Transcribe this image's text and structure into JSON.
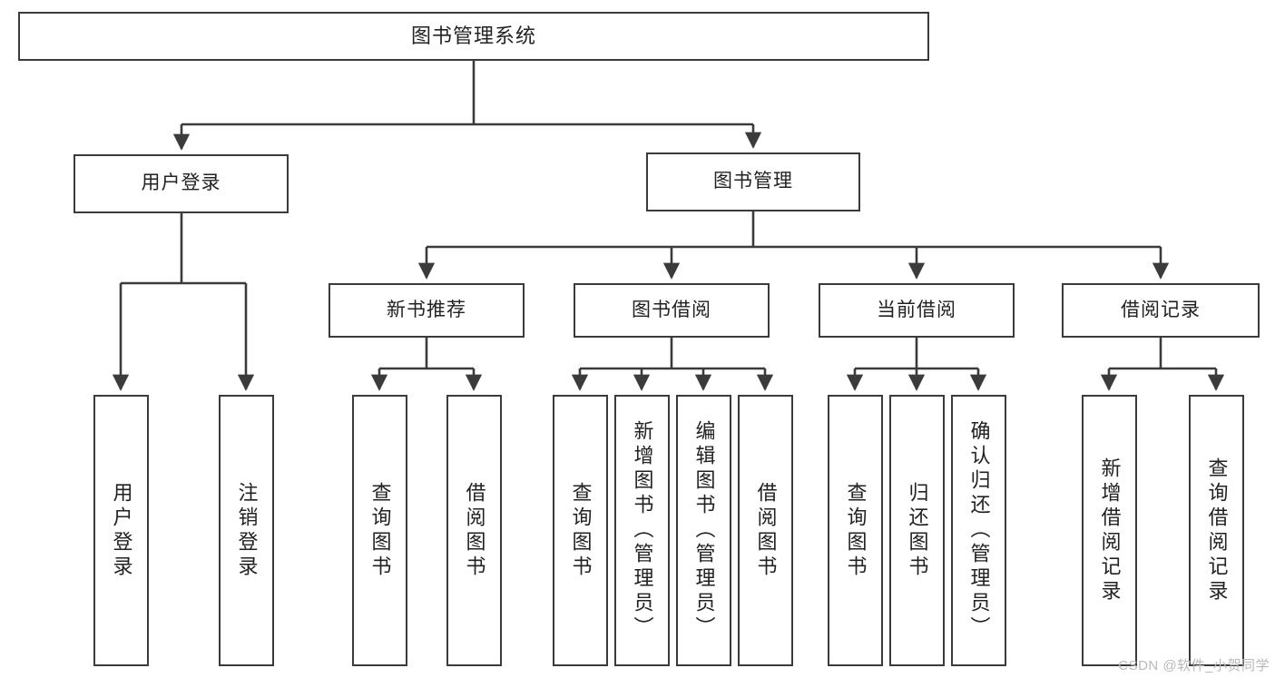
{
  "diagram": {
    "type": "tree",
    "title": "图书管理系统",
    "root": {
      "id": "root",
      "label": "图书管理系统"
    },
    "level1": [
      {
        "id": "user-login",
        "label": "用户登录"
      },
      {
        "id": "book-manage",
        "label": "图书管理"
      }
    ],
    "level2": [
      {
        "id": "new-book-rec",
        "label": "新书推荐",
        "parent": "book-manage"
      },
      {
        "id": "book-borrow",
        "label": "图书借阅",
        "parent": "book-manage"
      },
      {
        "id": "current-borrow",
        "label": "当前借阅",
        "parent": "book-manage"
      },
      {
        "id": "borrow-record",
        "label": "借阅记录",
        "parent": "book-manage"
      }
    ],
    "leaves": {
      "user-login": [
        {
          "id": "leaf-user-login",
          "label": "用户登录"
        },
        {
          "id": "leaf-logout",
          "label": "注销登录"
        }
      ],
      "new-book-rec": [
        {
          "id": "leaf-query-book-1",
          "label": "查询图书"
        },
        {
          "id": "leaf-borrow-book-1",
          "label": "借阅图书"
        }
      ],
      "book-borrow": [
        {
          "id": "leaf-query-book-2",
          "label": "查询图书"
        },
        {
          "id": "leaf-add-book",
          "label": "新增图书（管理员）"
        },
        {
          "id": "leaf-edit-book",
          "label": "编辑图书（管理员）"
        },
        {
          "id": "leaf-borrow-book-2",
          "label": "借阅图书"
        }
      ],
      "current-borrow": [
        {
          "id": "leaf-query-book-3",
          "label": "查询图书"
        },
        {
          "id": "leaf-return-book",
          "label": "归还图书"
        },
        {
          "id": "leaf-confirm-return",
          "label": "确认归还（管理员）"
        }
      ],
      "borrow-record": [
        {
          "id": "leaf-add-record",
          "label": "新增借阅记录"
        },
        {
          "id": "leaf-query-record",
          "label": "查询借阅记录"
        }
      ]
    }
  },
  "watermark": {
    "text": "CSDN @软件_小贺同学"
  },
  "colors": {
    "border": "#3b3b3b",
    "background": "#ffffff",
    "text": "#222222",
    "watermark": "#b9b9b9"
  }
}
